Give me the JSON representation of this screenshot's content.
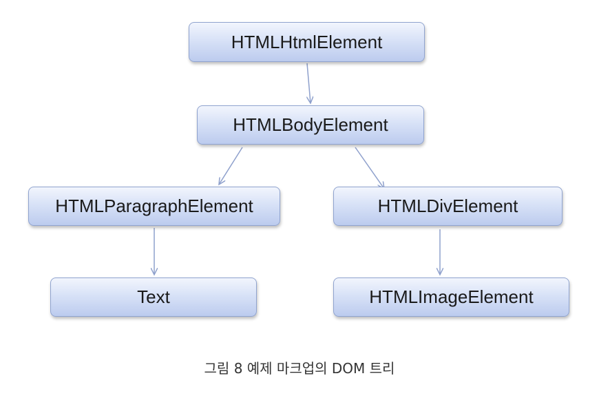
{
  "nodes": {
    "html": "HTMLHtmlElement",
    "body": "HTMLBodyElement",
    "paragraph": "HTMLParagraphElement",
    "div": "HTMLDivElement",
    "text": "Text",
    "image": "HTMLImageElement"
  },
  "edges": [
    [
      "html",
      "body"
    ],
    [
      "body",
      "paragraph"
    ],
    [
      "body",
      "div"
    ],
    [
      "paragraph",
      "text"
    ],
    [
      "div",
      "image"
    ]
  ],
  "caption": "그림 8 예제 마크업의 DOM 트리",
  "colors": {
    "node_border": "#8fa3cf",
    "node_fill_top": "#f2f5fd",
    "node_fill_bottom": "#bccbee",
    "connector": "#8ea0cc",
    "caption_text": "#333333"
  }
}
